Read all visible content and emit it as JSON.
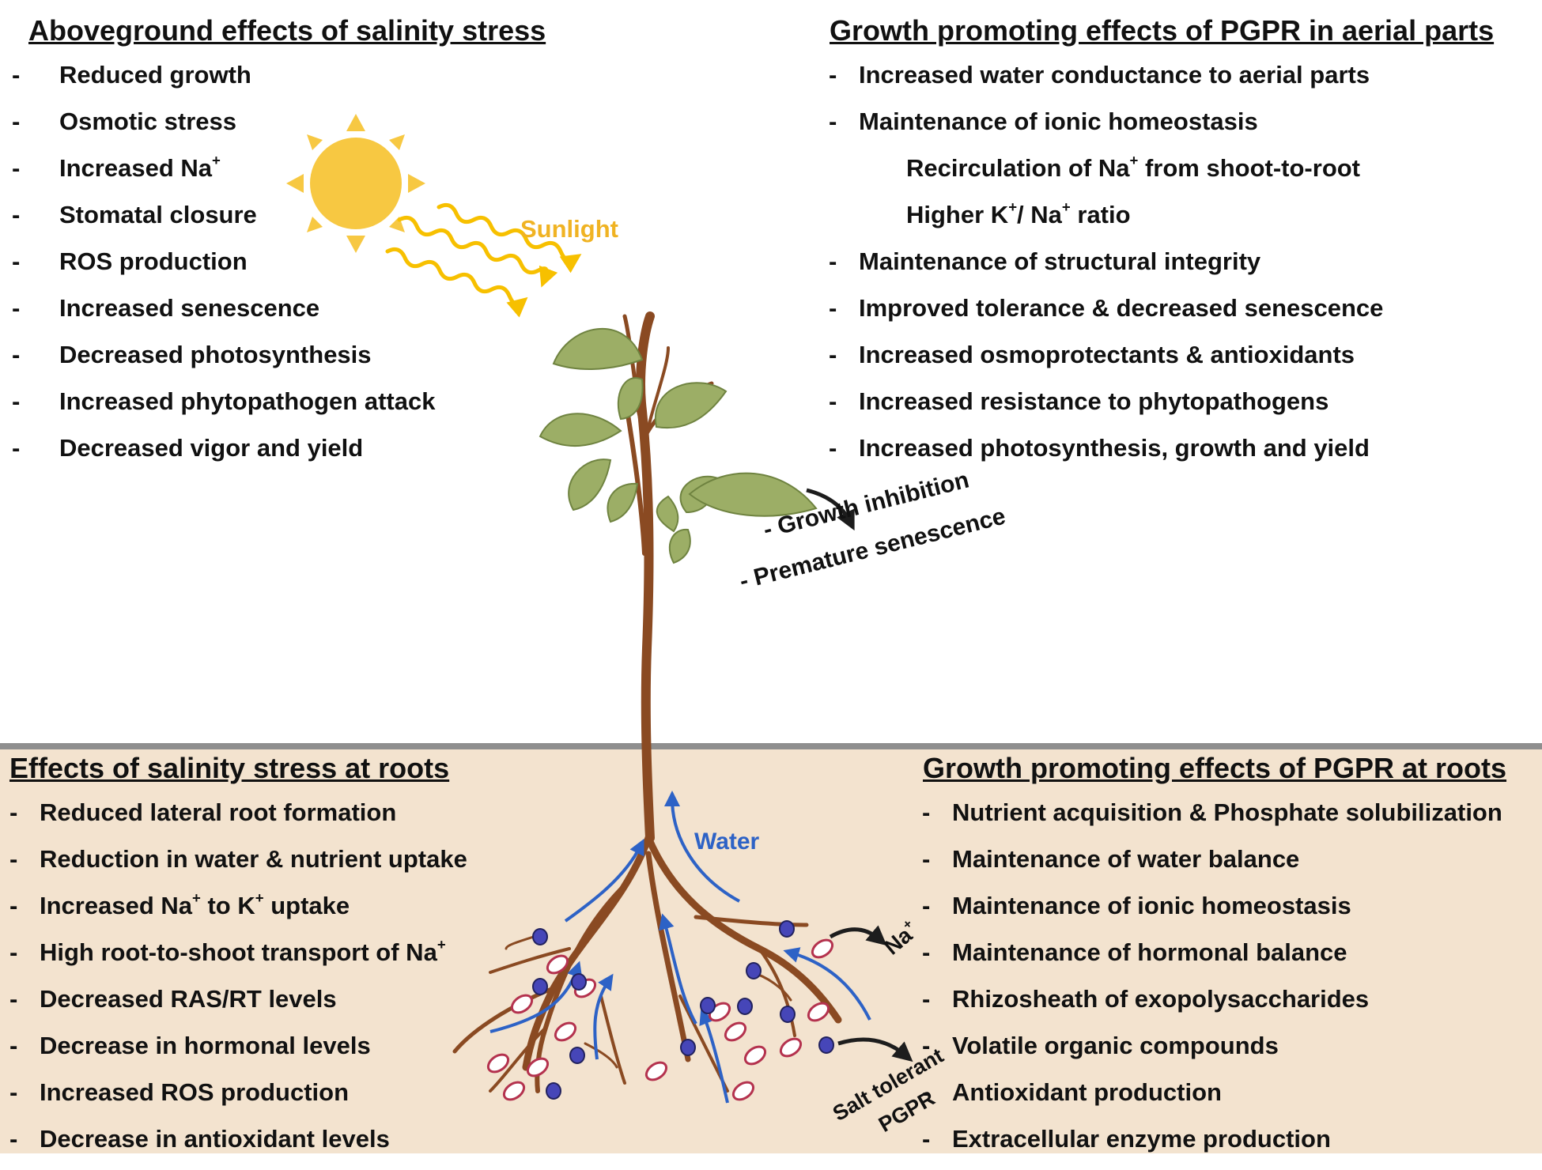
{
  "aboveground_stress": {
    "heading": "Aboveground effects of salinity stress",
    "items": [
      {
        "pre": "Reduced growth",
        "sup": "",
        "post": ""
      },
      {
        "pre": "Osmotic stress",
        "sup": "",
        "post": ""
      },
      {
        "pre": "Increased Na",
        "sup": "+",
        "post": ""
      },
      {
        "pre": "Stomatal closure",
        "sup": "",
        "post": ""
      },
      {
        "pre": "ROS production",
        "sup": "",
        "post": ""
      },
      {
        "pre": "Increased senescence",
        "sup": "",
        "post": ""
      },
      {
        "pre": "Decreased photosynthesis",
        "sup": "",
        "post": ""
      },
      {
        "pre": "Increased phytopathogen attack",
        "sup": "",
        "post": ""
      },
      {
        "pre": "Decreased vigor and yield",
        "sup": "",
        "post": ""
      }
    ]
  },
  "aerial_pgpr": {
    "heading": "Growth promoting effects of PGPR in aerial parts",
    "items": [
      {
        "pre": "Increased water conductance to aerial parts",
        "sup": "",
        "post": "",
        "sub": false
      },
      {
        "pre": "Maintenance of ionic homeostasis",
        "sup": "",
        "post": "",
        "sub": false
      },
      {
        "pre": "Recirculation of Na",
        "sup": "+",
        "post": " from shoot-to-root",
        "sub": true
      },
      {
        "pre": "Higher K",
        "sup": "+",
        "post": "/ Na",
        "sup2": "+",
        "post2": " ratio",
        "sub": true
      },
      {
        "pre": "Maintenance of structural integrity",
        "sup": "",
        "post": "",
        "sub": false
      },
      {
        "pre": "Improved tolerance & decreased senescence",
        "sup": "",
        "post": "",
        "sub": false
      },
      {
        "pre": "Increased osmoprotectants & antioxidants",
        "sup": "",
        "post": "",
        "sub": false
      },
      {
        "pre": "Increased resistance to phytopathogens",
        "sup": "",
        "post": "",
        "sub": false
      },
      {
        "pre": "Increased photosynthesis, growth and yield",
        "sup": "",
        "post": "",
        "sub": false
      }
    ]
  },
  "root_stress": {
    "heading": "Effects of salinity stress at roots",
    "items": [
      {
        "pre": "Reduced lateral root formation",
        "sup": "",
        "post": ""
      },
      {
        "pre": "Reduction in water & nutrient uptake",
        "sup": "",
        "post": ""
      },
      {
        "pre": "Increased Na",
        "sup": "+",
        "post": " to K",
        "sup2": "+",
        "post2": " uptake"
      },
      {
        "pre": "High root-to-shoot transport of Na",
        "sup": "+",
        "post": ""
      },
      {
        "pre": "Decreased RAS/RT levels",
        "sup": "",
        "post": ""
      },
      {
        "pre": "Decrease in hormonal levels",
        "sup": "",
        "post": ""
      },
      {
        "pre": "Increased ROS production",
        "sup": "",
        "post": ""
      },
      {
        "pre": "Decrease in antioxidant levels",
        "sup": "",
        "post": ""
      }
    ]
  },
  "root_pgpr": {
    "heading": "Growth promoting effects of PGPR at roots",
    "items": [
      {
        "pre": "Nutrient acquisition & Phosphate solubilization",
        "sup": "",
        "post": ""
      },
      {
        "pre": "Maintenance of water balance",
        "sup": "",
        "post": ""
      },
      {
        "pre": "Maintenance of ionic homeostasis",
        "sup": "",
        "post": ""
      },
      {
        "pre": "Maintenance of hormonal balance",
        "sup": "",
        "post": ""
      },
      {
        "pre": "Rhizosheath of exopolysaccharides",
        "sup": "",
        "post": ""
      },
      {
        "pre": "Volatile organic compounds",
        "sup": "",
        "post": ""
      },
      {
        "pre": "Antioxidant production",
        "sup": "",
        "post": ""
      },
      {
        "pre": "Extracellular enzyme production",
        "sup": "",
        "post": ""
      }
    ]
  },
  "labels": {
    "sunlight": "Sunlight",
    "growth_inhibition": "- Growth inhibition",
    "premature_senescence": "- Premature senescence",
    "water": "Water",
    "na": "Na",
    "na_sup": "+",
    "salt_tolerant": "Salt tolerant",
    "pgpr": "PGPR"
  },
  "colors": {
    "soil": "#f3e3cf",
    "soil_line": "#8f8f8f",
    "sun": "#f7c842",
    "sunlight_text": "#f0b323",
    "leaf": "#9cae66",
    "stem": "#8a4a22",
    "water_arrow": "#2d62c6",
    "bacteria": "#4646b8",
    "pgpr_cell": "#b4324e"
  }
}
